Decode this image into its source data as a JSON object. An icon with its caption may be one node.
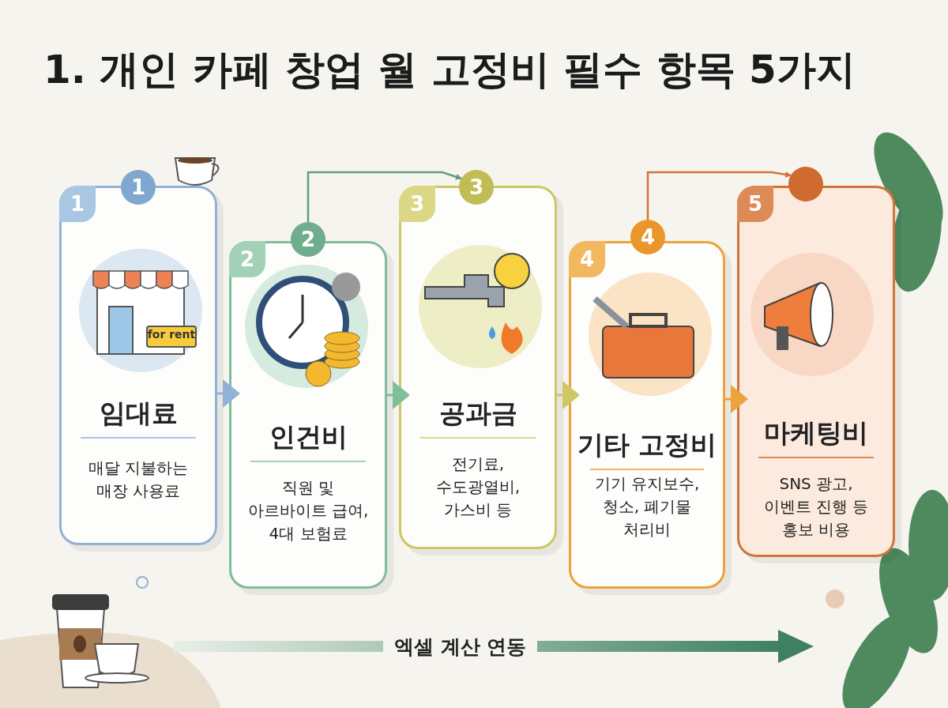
{
  "diagram": {
    "title": "1. 개인 카페 창업 월 고정비 필수 항목 5가지",
    "nodes": [
      {
        "text": [
          "1",
          "임대료",
          "매달 지불하는 매장 사용료"
        ]
      },
      {
        "text": [
          "2",
          "인건비",
          "직원 및 아르바이트 급여, 4대 보험료"
        ]
      },
      {
        "text": [
          "3",
          "공과금",
          "전기료, 수도광열비, 가스비 등"
        ]
      },
      {
        "text": [
          "4",
          "기타 고정비",
          "기기 유지보수, 청소, 폐기물 처리비"
        ]
      },
      {
        "text": [
          "5",
          "마케팅비",
          "SNS 광고, 이벤트 진행 등 홍보 비용"
        ]
      },
      {
        "text": [
          "1"
        ]
      },
      {
        "text": [
          "2"
        ]
      },
      {
        "text": [
          "3"
        ]
      },
      {
        "text": [
          "4"
        ]
      },
      {
        "text": [],
        "shape": "circle"
      }
    ],
    "edges": [
      {
        "from": 0,
        "to": 1,
        "arrow": "to",
        "color": "#8fb3d6"
      },
      {
        "from": 1,
        "to": 2,
        "arrow": "to",
        "color": "#80bd9c"
      },
      {
        "from": 2,
        "to": 3,
        "arrow": "to",
        "color": "#cdc764"
      },
      {
        "from": 3,
        "to": 4,
        "arrow": "to",
        "color": "#eda23a"
      },
      {
        "from": 6,
        "to": 7,
        "arrow": "to",
        "color": "#5f9f80"
      },
      {
        "from": 8,
        "to": 9,
        "arrow": "to",
        "color": "#d2743a"
      }
    ],
    "labels": [
      "for rent",
      "엑셀 계산 연동"
    ]
  }
}
